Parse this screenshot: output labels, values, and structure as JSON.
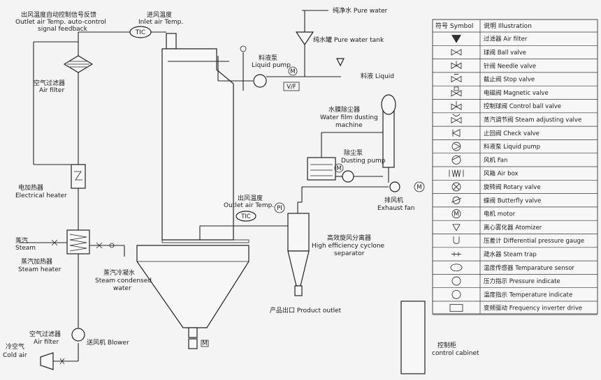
{
  "diagram": {
    "labels": {
      "outlet_feedback": [
        "出风温度自动控制信号反馈",
        "Outlet air Temp. auto-control",
        "signal feedback"
      ],
      "inlet_temp": [
        "进风温度",
        "Inlet air Temp."
      ],
      "tic": "TIC",
      "air_filter_top": [
        "空气过滤器",
        "Air filter"
      ],
      "electrical_heater": [
        "电加热器",
        "Electrical heater"
      ],
      "steam": [
        "蒸汽",
        "Steam"
      ],
      "steam_heater": [
        "蒸汽加热器",
        "Steam heater"
      ],
      "steam_condensed": [
        "蒸汽冷凝水",
        "Steam condensed",
        "water"
      ],
      "air_filter_bottom": [
        "空气过滤器",
        "Air filter"
      ],
      "blower": "送风机 Blower",
      "cold_air": [
        "冷空气",
        "Cold air"
      ],
      "pure_water": "纯净水 Pure water",
      "pure_water_tank": "纯水罐 Pure water tank",
      "liquid_pump": [
        "料液泵",
        "Liquid pump"
      ],
      "liquid": "料液 Liquid",
      "vf": "V/F",
      "water_film": [
        "水膜除尘器",
        "Water film dusting",
        "machine"
      ],
      "dusting_pump": [
        "除尘泵",
        "Dusting pump"
      ],
      "exhaust_fan": [
        "排风机",
        "Exhaust fan"
      ],
      "outlet_temp": [
        "出风温度",
        "Outlet air Temp."
      ],
      "pi": "PI",
      "cyclone": [
        "高效旋风分离器",
        "High efficiency cyclone",
        "separator"
      ],
      "product_outlet": "产品出口 Product outlet",
      "control_cabinet": [
        "控制柜",
        "control cabinet"
      ],
      "m": "M"
    },
    "legend": {
      "header_symbol": "符号 Symbol",
      "header_illustration": "说明 Illustration",
      "items": [
        {
          "icon": "air-filter-symbol",
          "label": "过滤器 Air filter"
        },
        {
          "icon": "ball-valve-symbol",
          "label": "球阀 Ball valve"
        },
        {
          "icon": "needle-valve-symbol",
          "label": "针阀 Needle valve"
        },
        {
          "icon": "stop-valve-symbol",
          "label": "截止阀 Stop valve"
        },
        {
          "icon": "magnetic-valve-symbol",
          "label": "电磁阀 Magnetic valve"
        },
        {
          "icon": "control-ball-valve-symbol",
          "label": "控制球阀 Control ball valve"
        },
        {
          "icon": "steam-adjusting-valve-symbol",
          "label": "蒸汽调节阀 Steam adjusting valve"
        },
        {
          "icon": "check-valve-symbol",
          "label": "止回阀 Check valve"
        },
        {
          "icon": "liquid-pump-symbol",
          "label": "料液泵 Liquid pump"
        },
        {
          "icon": "fan-symbol",
          "label": "风机 Fan"
        },
        {
          "icon": "air-box-symbol",
          "label": "风箱 Air box"
        },
        {
          "icon": "rotary-valve-symbol",
          "label": "旋转阀 Rotary valve"
        },
        {
          "icon": "butterfly-valve-symbol",
          "label": "蝶阀 Butterfly valve"
        },
        {
          "icon": "motor-symbol",
          "label": "电机 motor"
        },
        {
          "icon": "atomizer-symbol",
          "label": "离心雾化器 Atomizer"
        },
        {
          "icon": "differential-pressure-gauge-symbol",
          "label": "压差计 Differential pressure gauge"
        },
        {
          "icon": "steam-trap-symbol",
          "label": "疏水器 Steam trap"
        },
        {
          "icon": "temperature-sensor-symbol",
          "label": "温度传感器 Temparature sensor"
        },
        {
          "icon": "pressure-indicate-symbol",
          "label": "压力指示 Pressure indicate"
        },
        {
          "icon": "temperature-indicate-symbol",
          "label": "温度指示 Temperature indicate"
        },
        {
          "icon": "frequency-inverter-symbol",
          "label": "变频驱动 Frequency inverter drive"
        }
      ]
    }
  }
}
